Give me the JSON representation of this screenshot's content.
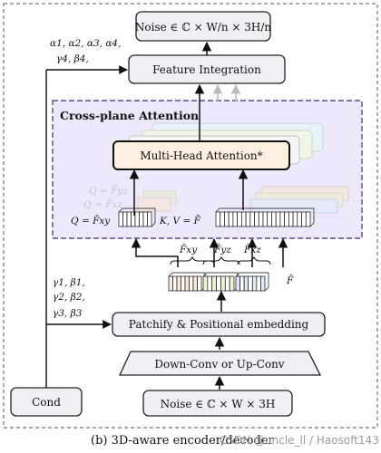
{
  "title": "Cross-plane Attention",
  "caption": "(b) 3D-aware encoder/decoder",
  "watermark": "CSDN @uncle_ll / Haosoft143",
  "boxes": {
    "noise_top": "Noise ∈ ℂ × W/n × 3H/n",
    "feature_integration": "Feature Integration",
    "mha": "Multi-Head Attention*",
    "patchify": "Patchify & Positional embedding",
    "downconv": "Down-Conv or Up-Conv",
    "noise_bottom": "Noise ∈ ℂ × W × 3H",
    "cond": "Cond"
  },
  "labels": {
    "params_top_1": "α1, α2, α3, α4,",
    "params_top_2": "γ4, β4,",
    "params_mid_1": "γ1, β1,",
    "params_mid_2": "γ2, β2,",
    "params_mid_3": "γ3, β3",
    "q_xy": "Q = F̄xy",
    "kv": "K, V = F̄",
    "q_xz": "Q = F̄xz",
    "q_yz": "Q = F̄yz",
    "f_xy": "F̄xy",
    "f_yz": "F̄yz",
    "f_xz": "F̄xz",
    "f_bar": "F̄"
  },
  "colors": {
    "attention_region": "#ede9fb",
    "attention_border": "#5a4a8c",
    "box_fill": "#eef0f3",
    "mha_fill": "#fdf0e1"
  }
}
